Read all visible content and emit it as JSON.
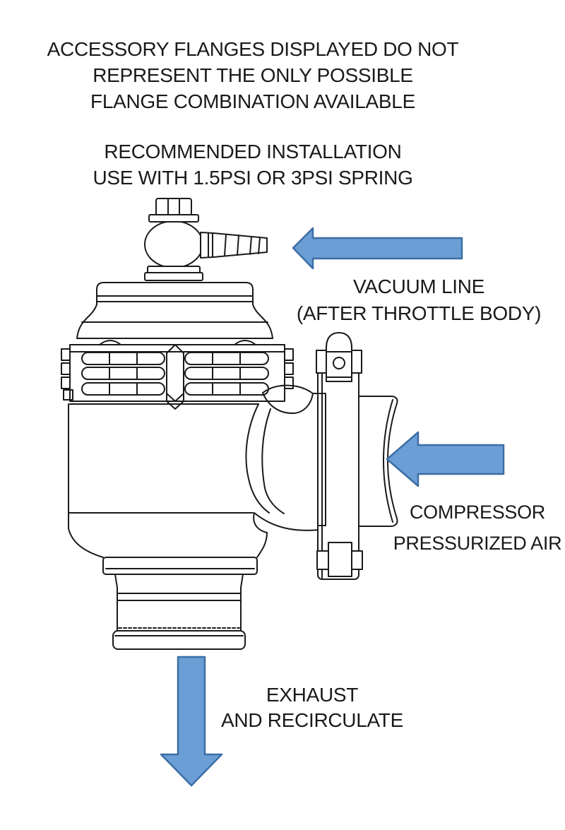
{
  "texts": {
    "disclaimer": [
      "ACCESSORY FLANGES DISPLAYED DO NOT",
      "REPRESENT THE ONLY POSSIBLE",
      "FLANGE COMBINATION AVAILABLE"
    ],
    "recommendation": [
      "RECOMMENDED INSTALLATION",
      "USE WITH 1.5PSI OR 3PSI SPRING"
    ],
    "labels": {
      "vacuum": [
        "VACUUM LINE",
        "(AFTER THROTTLE BODY)"
      ],
      "compressor": [
        "COMPRESSOR",
        "PRESSURIZED AIR"
      ],
      "exhaust": [
        "EXHAUST",
        "AND RECIRCULATE"
      ]
    }
  },
  "colors": {
    "background": "#ffffff",
    "text": "#1a1a1a",
    "line_art": "#1a1a1a",
    "arrow_fill": "#6B9ED4",
    "arrow_stroke": "#3C6EA5"
  },
  "icons": {
    "vacuum_arrow": "left-arrow-icon",
    "compressor_arrow": "left-arrow-icon",
    "exhaust_arrow": "down-arrow-icon"
  }
}
